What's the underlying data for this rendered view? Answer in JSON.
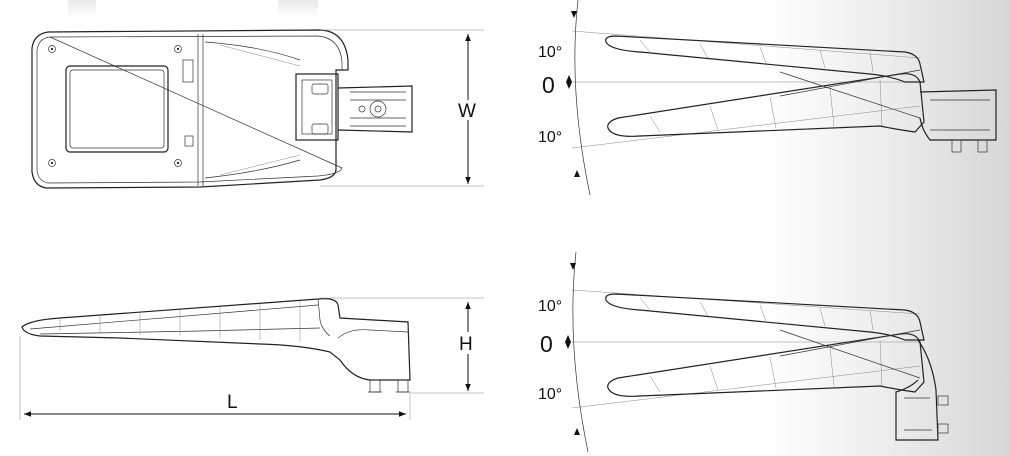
{
  "labels": {
    "width": "W",
    "height": "H",
    "length": "L"
  },
  "tilt_top": {
    "up_angle": "10°",
    "zero": "0",
    "down_angle": "10°"
  },
  "tilt_bottom": {
    "up_angle": "10°",
    "zero": "0",
    "down_angle": "10°"
  },
  "colors": {
    "line": "#222222",
    "background_right": "#d6d6d6"
  }
}
